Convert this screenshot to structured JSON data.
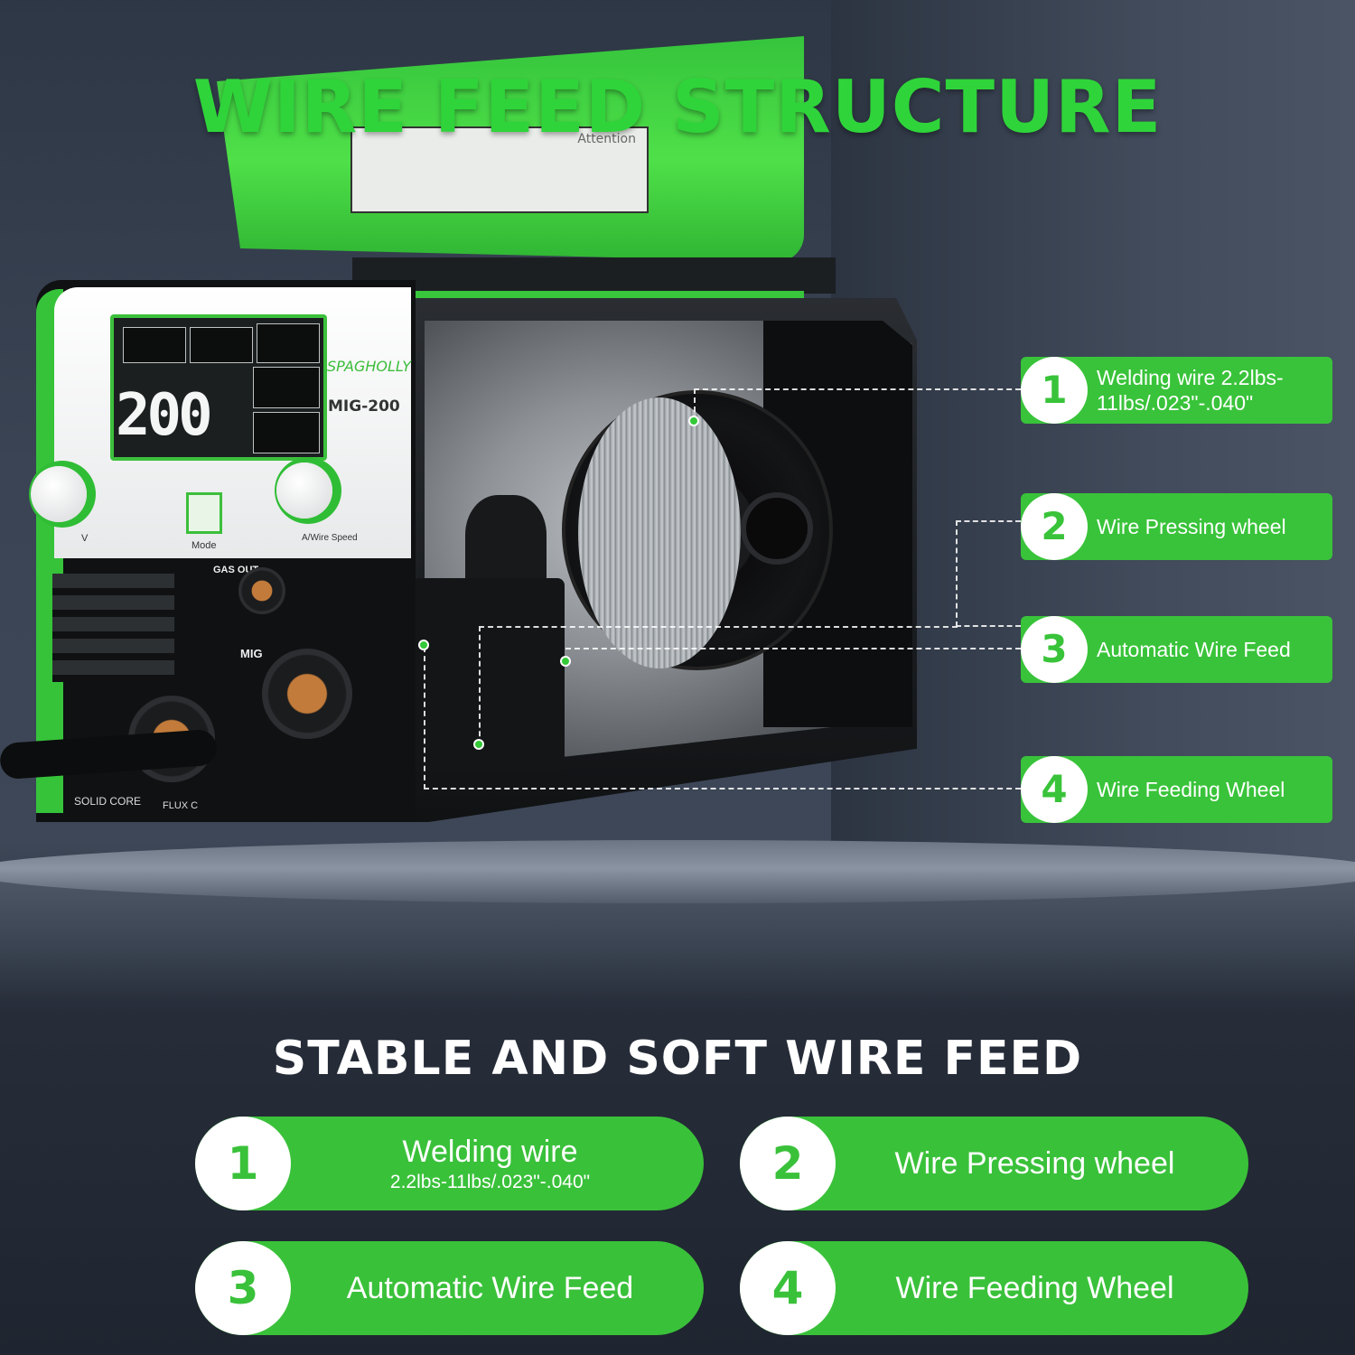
{
  "header": {
    "title": "WIRE FEED STRUCTURE"
  },
  "machine": {
    "brand": "SPAGHOLLY",
    "model": "MIG-200",
    "display_value": "200",
    "label_title": "Attention",
    "mode_label": "Mode",
    "voltage_label": "V",
    "wire_speed_label": "A/Wire Speed",
    "gas_out_label": "GAS OUT",
    "mig_label": "MIG",
    "solid_core_label": "SOLID CORE",
    "flux_label": "FLUX C"
  },
  "callouts": [
    {
      "number": "1",
      "text": "Welding wire 2.2lbs-11lbs/.023\"-.040\""
    },
    {
      "number": "2",
      "text": "Wire Pressing wheel"
    },
    {
      "number": "3",
      "text": "Automatic Wire Feed"
    },
    {
      "number": "4",
      "text": "Wire Feeding Wheel"
    }
  ],
  "summary": {
    "title": "STABLE AND SOFT WIRE FEED",
    "items": [
      {
        "number": "1",
        "title": "Welding wire",
        "subtitle": "2.2lbs-11lbs/.023\"-.040\""
      },
      {
        "number": "2",
        "title": "Wire Pressing wheel",
        "subtitle": ""
      },
      {
        "number": "3",
        "title": "Automatic Wire Feed",
        "subtitle": ""
      },
      {
        "number": "4",
        "title": "Wire Feeding Wheel",
        "subtitle": ""
      }
    ]
  },
  "colors": {
    "accent_green": "#39c33a",
    "title_green": "#2fd43a",
    "text_white": "#ffffff"
  }
}
